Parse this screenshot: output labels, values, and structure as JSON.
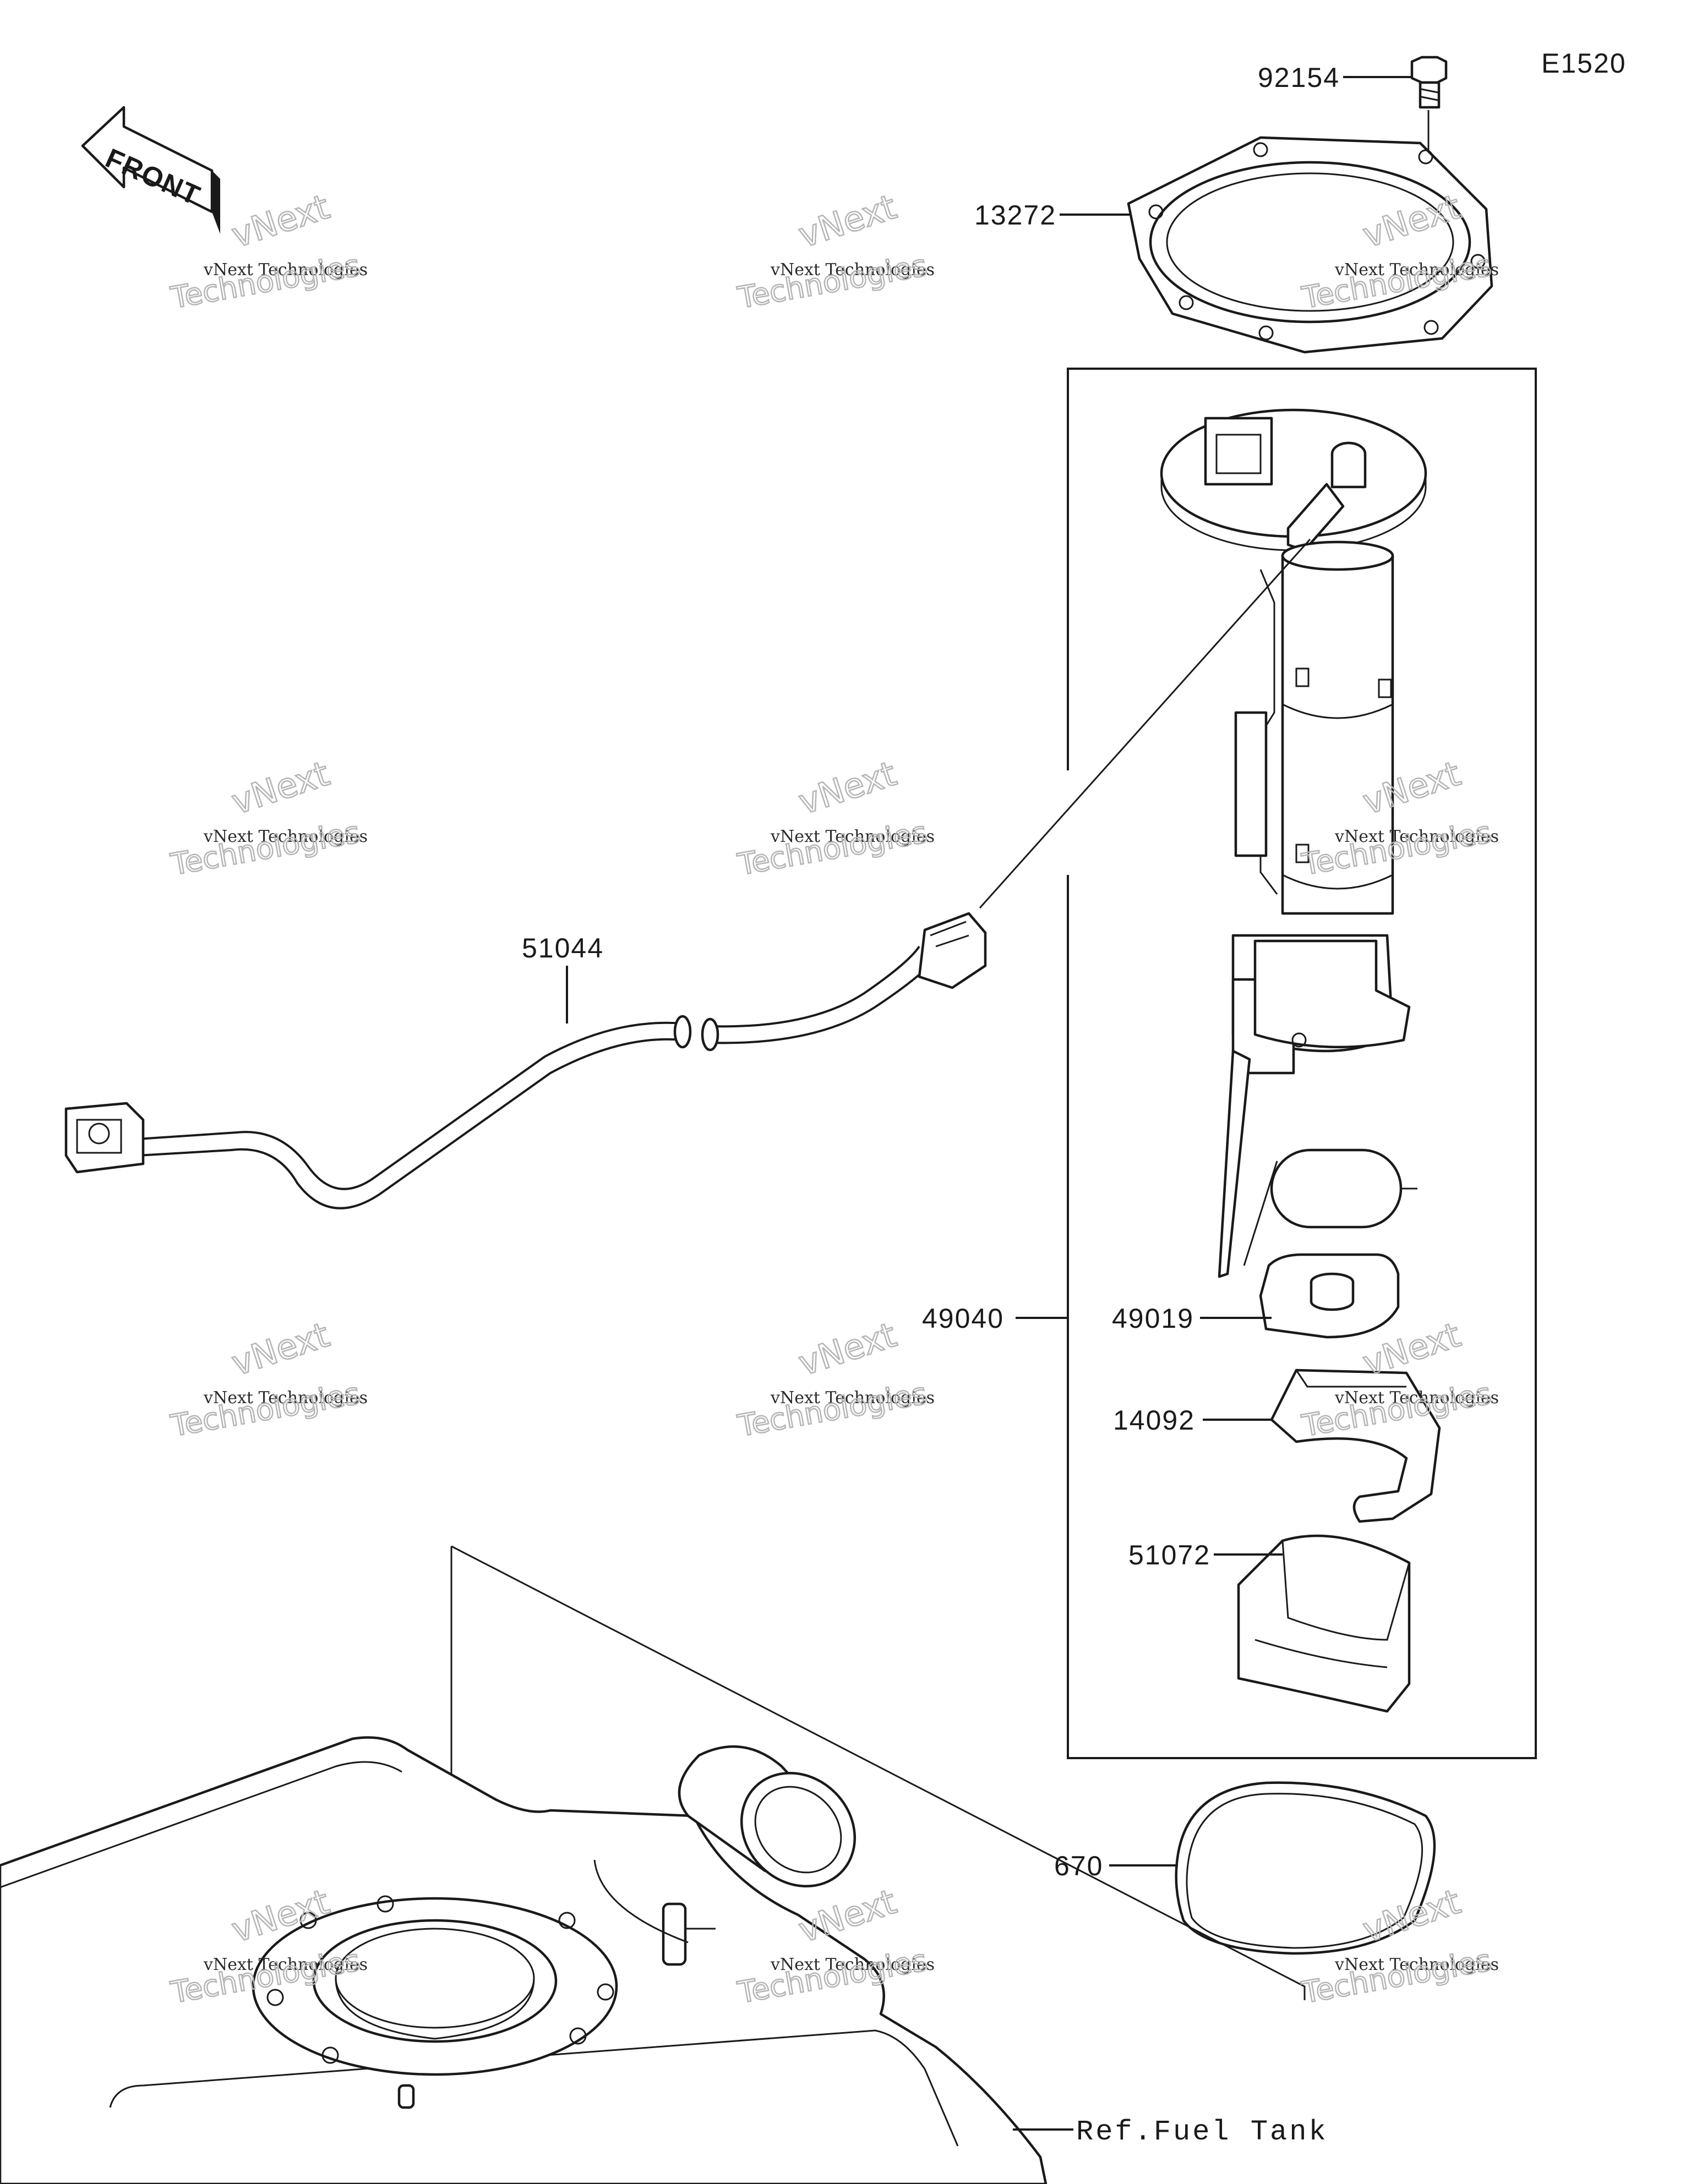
{
  "diagram_code": "E1520",
  "front_arrow": {
    "text": "FRONT",
    "icon": "front-arrow-icon"
  },
  "callouts": [
    {
      "id": "92154",
      "part": "bolt"
    },
    {
      "id": "13272",
      "part": "fuel-pump-gasket-plate"
    },
    {
      "id": "51044",
      "part": "fuel-hose"
    },
    {
      "id": "49040",
      "part": "fuel-pump-assembly"
    },
    {
      "id": "49019",
      "part": "fuel-filter"
    },
    {
      "id": "14092",
      "part": "cover"
    },
    {
      "id": "51072",
      "part": "strainer"
    },
    {
      "id": "670",
      "part": "o-ring"
    }
  ],
  "reference": {
    "fuel_tank": "Ref.Fuel Tank"
  },
  "watermark": {
    "line1": "vNext Technologies",
    "line2": "vNext",
    "line3": "Technologies"
  }
}
